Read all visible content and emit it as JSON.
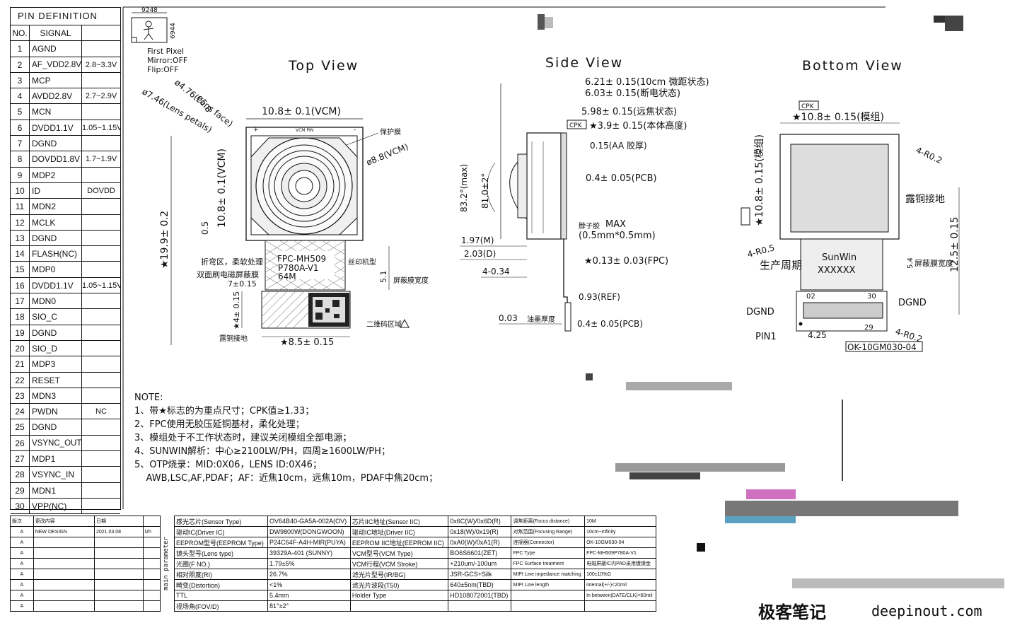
{
  "pin_definition": {
    "title": "PIN DEFINITION",
    "headers": [
      "NO.",
      "SIGNAL",
      ""
    ],
    "rows": [
      [
        "1",
        "AGND",
        ""
      ],
      [
        "2",
        "AF_VDD2.8V",
        "2.8~3.3V"
      ],
      [
        "3",
        "MCP",
        ""
      ],
      [
        "4",
        "AVDD2.8V",
        "2.7~2.9V"
      ],
      [
        "5",
        "MCN",
        ""
      ],
      [
        "6",
        "DVDD1.1V",
        "1.05~1.15V"
      ],
      [
        "7",
        "DGND",
        ""
      ],
      [
        "8",
        "DOVDD1.8V",
        "1.7~1.9V"
      ],
      [
        "9",
        "MDP2",
        ""
      ],
      [
        "10",
        "ID",
        "DOVDD"
      ],
      [
        "11",
        "MDN2",
        ""
      ],
      [
        "12",
        "MCLK",
        ""
      ],
      [
        "13",
        "DGND",
        ""
      ],
      [
        "14",
        "FLASH(NC)",
        ""
      ],
      [
        "15",
        "MDP0",
        ""
      ],
      [
        "16",
        "DVDD1.1V",
        "1.05~1.15V"
      ],
      [
        "17",
        "MDN0",
        ""
      ],
      [
        "18",
        "SIO_C",
        ""
      ],
      [
        "19",
        "DGND",
        ""
      ],
      [
        "20",
        "SIO_D",
        ""
      ],
      [
        "21",
        "MDP3",
        ""
      ],
      [
        "22",
        "RESET",
        ""
      ],
      [
        "23",
        "MDN3",
        ""
      ],
      [
        "24",
        "PWDN",
        "NC"
      ],
      [
        "25",
        "DGND",
        ""
      ],
      [
        "26",
        "VSYNC_OUT",
        ""
      ],
      [
        "27",
        "MDP1",
        ""
      ],
      [
        "28",
        "VSYNC_IN",
        ""
      ],
      [
        "29",
        "MDN1",
        ""
      ],
      [
        "30",
        "VPP(NC)",
        ""
      ]
    ]
  },
  "first_pixel": {
    "w": "9248",
    "h": "6944",
    "line1": "First Pixel",
    "line2": "Mirror:OFF",
    "line3": "Flip:OFF"
  },
  "top_view": {
    "title": "Top View",
    "dim_width": "10.8± 0.1(VCM)",
    "dim_height": "10.8± 0.1(VCM)",
    "dim_total": "★19.9± 0.2",
    "d_58": "ø5.8",
    "d_476": "ø4.76(Lens face)",
    "d_746": "ø7.46(Lens petals)",
    "d_88": "ø8.8(VCM)",
    "vcm_pin": "VCM PIN",
    "plus": "+",
    "minus": "-",
    "protect_film": "保护膜",
    "bend_zone": "折弯区，柔软处理",
    "emi_shield": "双面刷电磁屏蔽膜",
    "fpc_label_1": "FPC-MH509",
    "fpc_label_2": "P780A-V1",
    "fpc_label_3": "64M",
    "silk_model": "丝印机型",
    "shield_width": "屏蔽膜宽度",
    "dim_05": "0.5",
    "dim_7": "7±0.15",
    "dim_51": "5.1",
    "dim_4": "★4± 0.15",
    "dim_85": "★8.5± 0.15",
    "copper": "露铜接地",
    "qr_zone": "二维码区域"
  },
  "side_view": {
    "title": "Side View",
    "d1": "6.21± 0.15(10cm 微距状态)",
    "d2": "6.03± 0.15(断电状态)",
    "d3": "5.98± 0.15(远焦状态)",
    "cpk": "CPK",
    "d4": "★3.9± 0.15(本体高度)",
    "d5": "0.15(AA 胶厚)",
    "d6": "0.4± 0.05(PCB)",
    "angle1": "83.2°(max)",
    "angle2": "81.0±2°",
    "glue": "脖子胶",
    "glue_max": "MAX",
    "glue_size": "(0.5mm*0.5mm)",
    "d7": "1.97(M)",
    "d8": "2.03(D)",
    "d9": "4-0.34",
    "d10": "★0.13± 0.03(FPC)",
    "d11": "0.93(REF)",
    "d12": "0.03",
    "ink": "油墨厚度",
    "d13": "0.4± 0.05(PCB)"
  },
  "bottom_view": {
    "title": "Bottom View",
    "cpk": "CPK",
    "w": "★10.8± 0.15(模组)",
    "h": "★10.8± 0.15(模组)",
    "r1": "4-R0.2",
    "copper": "露铜接地",
    "h2": "12.5± 0.15",
    "r2": "4-R0.5",
    "prod": "生产周期",
    "sunwin": "SunWin",
    "code": "XXXXXX",
    "d54": "5.4",
    "shield": "屏蔽膜宽度",
    "p02": "02",
    "p30": "30",
    "p29": "29",
    "dgnd": "DGND",
    "pin1": "PIN1",
    "d425": "4.25",
    "r3": "4-R0.2",
    "conn": "OK-10GM030-04"
  },
  "notes": {
    "title": "NOTE:",
    "items": [
      "1、带★标志的为重点尺寸；CPK值≥1.33；",
      "2、FPC使用无胶压延铜基材，柔化处理；",
      "3、模组处于不工作状态时，建议关闭模组全部电源；",
      "4、SUNWIN解析：中心≥2100LW/PH，四周≥1600LW/PH；",
      "5、OTP烧录：MID:0X06，LENS  ID:0X46；",
      "    AWB,LSC,AF,PDAF；AF：近焦10cm，远焦10m，PDAF中焦20cm；"
    ]
  },
  "revision": {
    "headers": [
      "版次",
      "更改内容",
      "日期",
      ""
    ],
    "rows": [
      [
        "A",
        "NEW DESIGN",
        "2021.03.08",
        "lzh"
      ],
      [
        "A",
        "",
        "",
        ""
      ],
      [
        "A",
        "",
        "",
        ""
      ],
      [
        "A",
        "",
        "",
        ""
      ],
      [
        "A",
        "",
        "",
        ""
      ],
      [
        "A",
        "",
        "",
        ""
      ],
      [
        "A",
        "",
        "",
        ""
      ],
      [
        "A",
        "",
        "",
        ""
      ]
    ]
  },
  "main_parameter": {
    "label": "main parameter",
    "rows": [
      [
        "感光芯片(Sensor Type)",
        "OV64B40-GA5A-002A(OV)",
        "芯片IIC地址(Sensor IIC)",
        "0x6C(W)/0x6D(R)",
        "调焦距离(Focus distance)",
        "10M"
      ],
      [
        "驱动IC(Driver IC)",
        "DW9800W(DONGWOON)",
        "驱动IC地址(Driver IIC)",
        "0x18(W)/0x19(R)",
        "对焦范围(Focusing Range)",
        "10cm~Infinity"
      ],
      [
        "EEPROM型号(EEPROM Type)",
        "P24C64F-A4H-MIR(PUYA)",
        "EEPROM IIC地址(EEPROM IIC)",
        "0xA0(W)/0xA1(R)",
        "连接器(Connector)",
        "OK-10GM030-04"
      ],
      [
        "镜头型号(Lens type)",
        "39329A-401 (SUNNY)",
        "VCM型号(VCM Type)",
        "BO6S6601(ZET)",
        "FPC Type",
        "FPC-MH509P780A-V1"
      ],
      [
        "光圈(F NO.)",
        "1.79±5%",
        "VCM行程(VCM Stroke)",
        "+210um/-100um",
        "FPC Surface treatment",
        "电磁屏蔽IC内PAD采用镀镍金"
      ],
      [
        "相对照度(RI)",
        "26.7%",
        "滤光片型号(IR/BG)",
        "JSR-GCS+Silk",
        "MIPI Line impedance matching",
        "100±10%Ω"
      ],
      [
        "畸变(Distortion)",
        "<1%",
        "滤光片波段(T50)",
        "640±5nm(TBD)",
        "MIPI Line length",
        "internal(+/-)<20mil"
      ],
      [
        "TTL",
        "5.4mm",
        "Holder Type",
        "HD108072001(TBD)",
        "",
        "In between(DATE/CLK)<60mil"
      ],
      [
        "视场角(FOV/D)",
        "81°±2°",
        "",
        "",
        "",
        ""
      ]
    ]
  },
  "watermark": {
    "cn": "极客笔记",
    "en": "deepinout.com"
  }
}
